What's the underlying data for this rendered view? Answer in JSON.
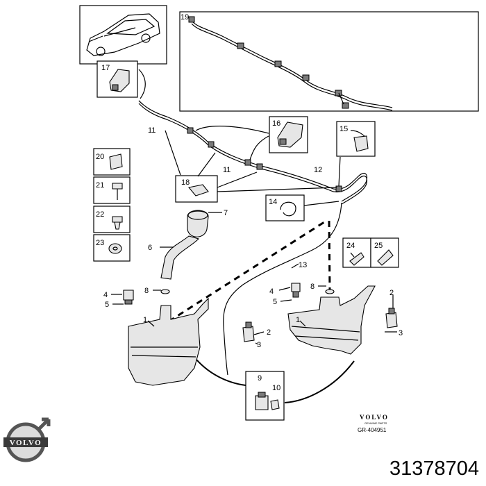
{
  "callouts": {
    "c1a": "1",
    "c1b": "1",
    "c2a": "2",
    "c2b": "2",
    "c3a": "3",
    "c3b": "3",
    "c4a": "4",
    "c4b": "4",
    "c5a": "5",
    "c5b": "5",
    "c6": "6",
    "c7": "7",
    "c8a": "8",
    "c8b": "8",
    "c9": "9",
    "c10": "10",
    "c11a": "11",
    "c11b": "11",
    "c12": "12",
    "c13": "13",
    "c14": "14",
    "c15": "15",
    "c16": "16",
    "c17": "17",
    "c18": "18",
    "c19": "19",
    "c20": "20",
    "c21": "21",
    "c22": "22",
    "c23": "23",
    "c24": "24",
    "c25": "25"
  },
  "brand": {
    "name": "VOLVO",
    "subtitle": "GENUINE PARTS",
    "code": "GR-404951",
    "logo_text": "VOLVO"
  },
  "part_number": "31378704"
}
